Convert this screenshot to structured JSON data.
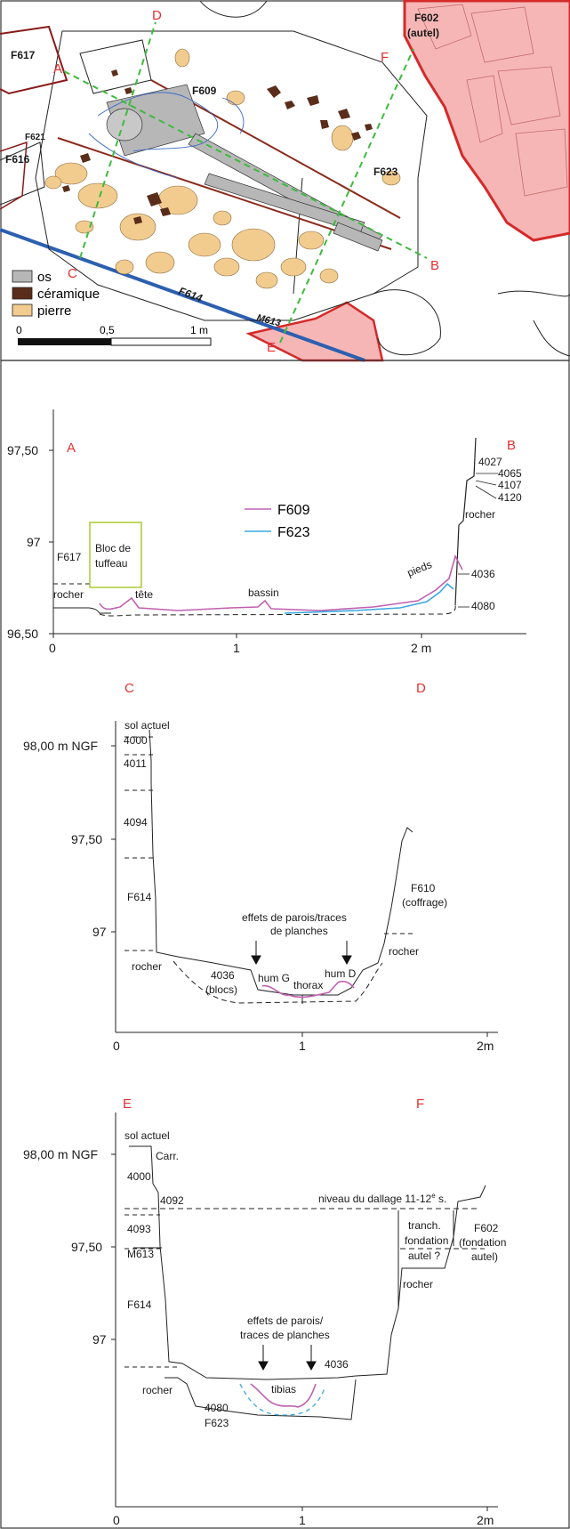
{
  "plan": {
    "features": {
      "f617": "F617",
      "f621": "F621",
      "f616": "F616",
      "f602": "F602",
      "autel": "(autel)",
      "f609": "F609",
      "f623": "F623",
      "f614": "F614",
      "m613": "M613"
    },
    "section_letters": {
      "a": "A",
      "b": "B",
      "c": "C",
      "d": "D",
      "e": "E",
      "f": "F"
    },
    "legend": [
      {
        "label": "os",
        "color": "#b7b7b7"
      },
      {
        "label": "céramique",
        "color": "#5a2d1a"
      },
      {
        "label": "pierre",
        "color": "#f2cc8f"
      }
    ],
    "scale": {
      "t0": "0",
      "t1": "0,5",
      "t2": "1 m"
    }
  },
  "section_ab": {
    "letter_left": "A",
    "letter_right": "B",
    "y_ticks": [
      "97,50",
      "97",
      "96,50"
    ],
    "x_ticks": [
      "0",
      "1",
      "2 m"
    ],
    "legend": [
      {
        "label": "F609",
        "color": "#c060b0"
      },
      {
        "label": "F623",
        "color": "#3aa8e0"
      }
    ],
    "labels": {
      "bloc1": "Bloc de",
      "bloc2": "tuffeau",
      "f617": "F617",
      "rocher_left": "rocher",
      "tete": "tête",
      "bassin": "bassin",
      "pieds": "pieds",
      "l4036": "4036",
      "l4080": "4080",
      "rocher_right": "rocher",
      "l4027": "4027",
      "l4065": "4065",
      "l4107": "4107",
      "l4120": "4120"
    }
  },
  "section_cd": {
    "letter_left": "C",
    "letter_right": "D",
    "y_ticks": [
      "98,00 m NGF",
      "97,50",
      "97"
    ],
    "x_ticks": [
      "0",
      "1",
      "2m"
    ],
    "labels": {
      "sol": "sol actuel",
      "l4000": "4000",
      "l4011": "4011",
      "l4094": "4094",
      "f614": "F614",
      "rocher_left": "rocher",
      "blocs1": "4036",
      "blocs2": "(blocs)",
      "parois1": "effets de parois/traces",
      "parois2": "de planches",
      "humg": "hum G",
      "thorax": "thorax",
      "humd": "hum D",
      "f610a": "F610",
      "f610b": "(coffrage)",
      "rocher_right": "rocher"
    }
  },
  "section_ef": {
    "letter_left": "E",
    "letter_right": "F",
    "y_ticks": [
      "98,00 m NGF",
      "97,50",
      "97"
    ],
    "x_ticks": [
      "0",
      "1",
      "2m"
    ],
    "labels": {
      "sol": "sol actuel",
      "carr": "Carr.",
      "l4000": "4000",
      "l4092": "4092",
      "l4093": "4093",
      "m613": "M613",
      "f614": "F614",
      "dallage": "niveau du dallage 11-12",
      "dallage_sup": "e",
      "dallage_end": " s.",
      "tranch1": "tranch.",
      "tranch2": "fondation",
      "tranch3": "autel ?",
      "f602a": "F602",
      "f602b": "(fondation",
      "f602c": "autel)",
      "rocher_mid": "rocher",
      "parois1": "effets de parois/",
      "parois2": "traces de planches",
      "l4036": "4036",
      "tibias": "tibias",
      "rocher_left": "rocher",
      "l4080": "4080",
      "f623": "F623"
    }
  }
}
